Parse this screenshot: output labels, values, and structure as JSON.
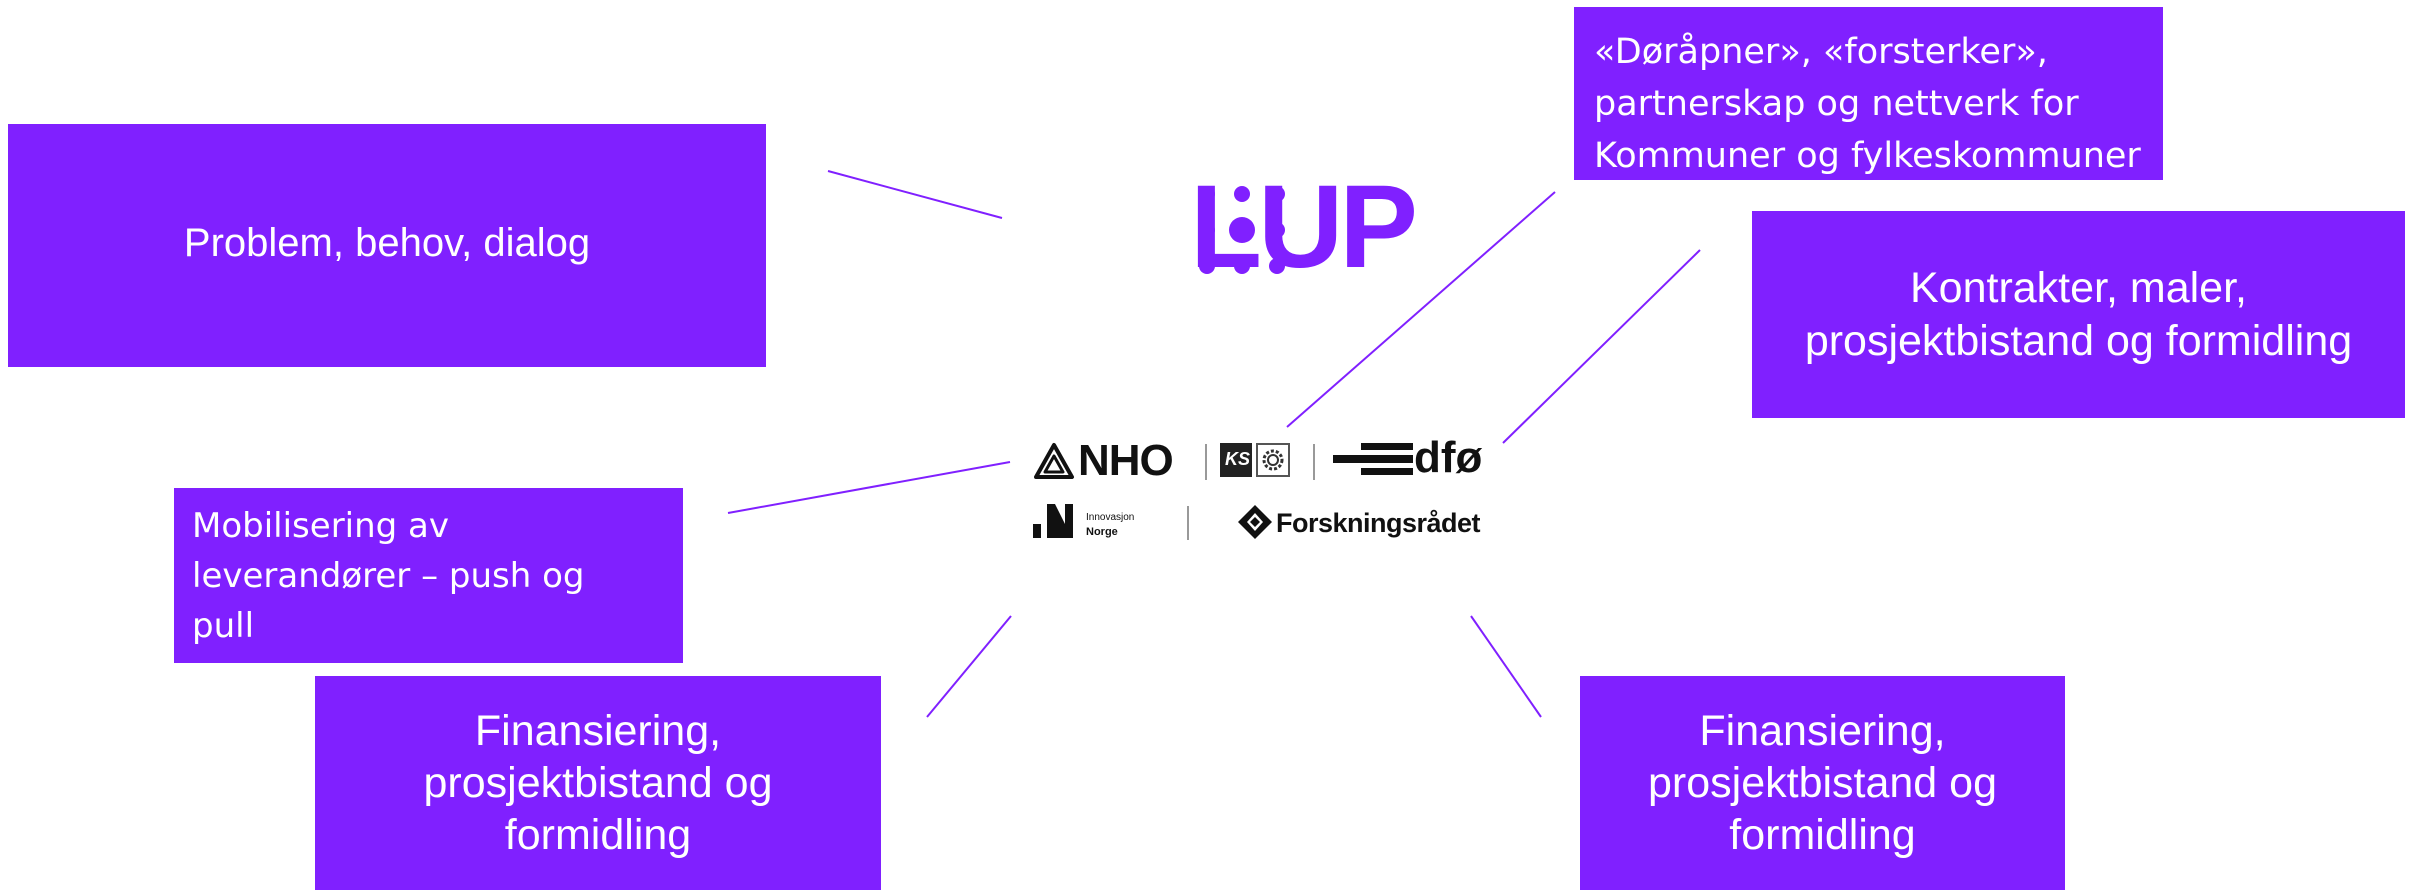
{
  "colors": {
    "accent": "#8020ff",
    "text_on_accent": "#ffffff",
    "logo_dark": "#111111",
    "line": "#8020ff"
  },
  "boxes": {
    "problem": "Problem, behov, dialog",
    "doraapner": "«Døråpner», «forsterker»,\npartnerskap og nettverk for\nKommuner og fylkeskommuner",
    "kontrakter": "Kontrakter, maler,\nprosjektbistand og formidling",
    "mobilisering": "Mobilisering av\nleverandører – push og\npull",
    "finansiering_left": "Finansiering,\nprosjektbistand og\nformidling",
    "finansiering_right": "Finansiering,\nprosjektbistand og\nformidling"
  },
  "logos": {
    "lup": "LUP",
    "nho": "NHO",
    "ks": "KS",
    "dfo": "dfø",
    "innovasjon_line1": "Innovasjon",
    "innovasjon_line2": "Norge",
    "forskningsradet": "Forskningsrådet"
  }
}
